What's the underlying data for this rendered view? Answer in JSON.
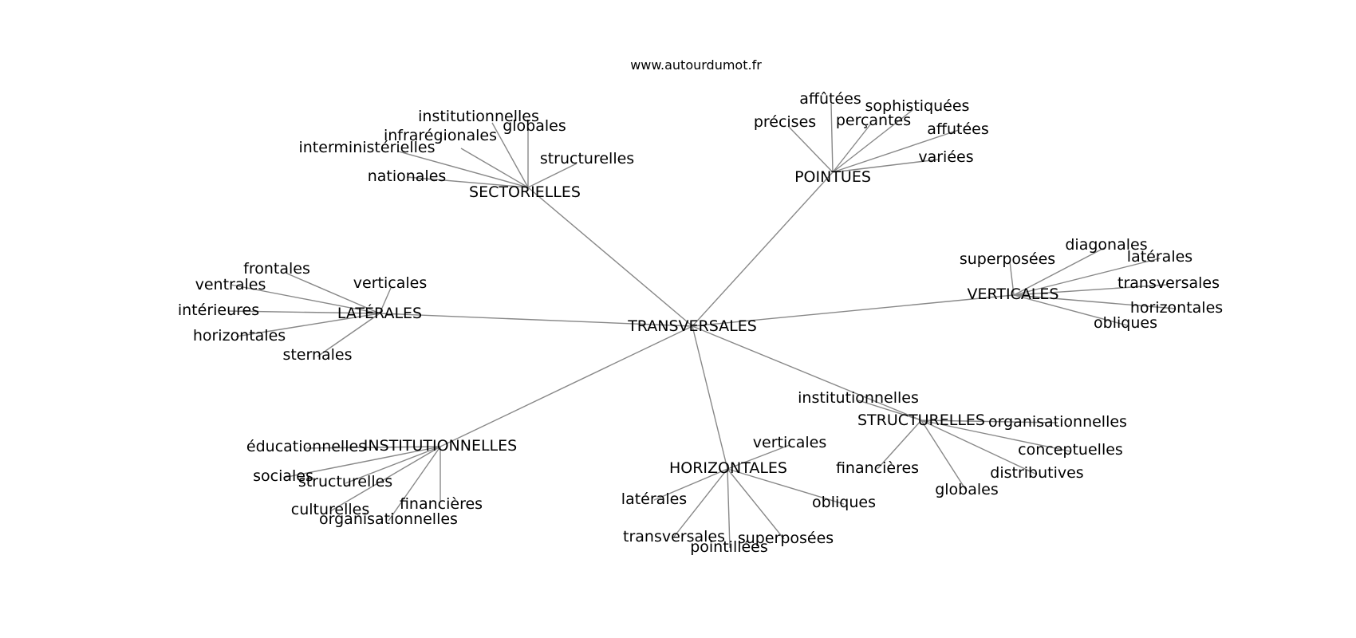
{
  "header": {
    "source": "www.autourdumot.fr"
  },
  "graph": {
    "center": "TRANSVERSALES",
    "groups": [
      {
        "name": "SECTORIELLES",
        "terms": [
          "institutionnelles",
          "globales",
          "infrarégionales",
          "interministérielles",
          "structurelles",
          "nationales"
        ]
      },
      {
        "name": "POINTUES",
        "terms": [
          "affûtées",
          "sophistiquées",
          "précises",
          "perçantes",
          "affutées",
          "variées"
        ]
      },
      {
        "name": "LATÉRALES",
        "terms": [
          "frontales",
          "ventrales",
          "verticales",
          "intérieures",
          "horizontales",
          "sternales"
        ]
      },
      {
        "name": "VERTICALES",
        "terms": [
          "diagonales",
          "superposées",
          "latérales",
          "transversales",
          "horizontales",
          "obliques"
        ]
      },
      {
        "name": "INSTITUTIONNELLES",
        "terms": [
          "éducationnelles",
          "sociales",
          "structurelles",
          "culturelles",
          "financières",
          "organisationnelles"
        ]
      },
      {
        "name": "HORIZONTALES",
        "terms": [
          "verticales",
          "latérales",
          "obliques",
          "transversales",
          "superposées",
          "pointillées"
        ]
      },
      {
        "name": "STRUCTURELLES",
        "terms": [
          "institutionnelles",
          "organisationnelles",
          "conceptuelles",
          "financières",
          "distributives",
          "globales"
        ]
      }
    ]
  }
}
